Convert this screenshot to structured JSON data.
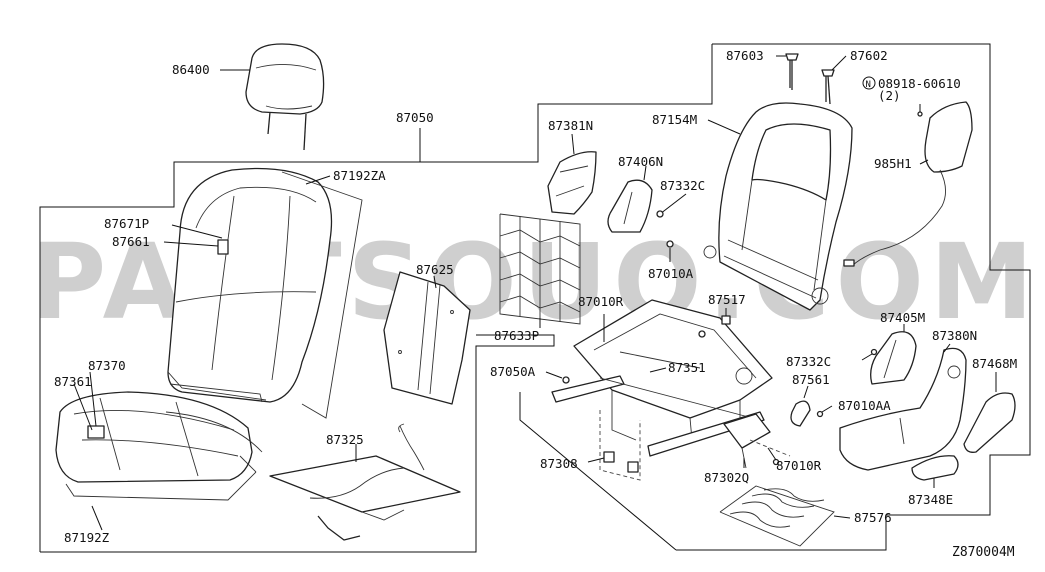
{
  "watermark": "PARTSOUQ.COM",
  "diagram_code": "Z870004M",
  "part_labels": {
    "p86400": "86400",
    "p87050": "87050",
    "p87192ZA": "87192ZA",
    "p87671P": "87671P",
    "p87661": "87661",
    "p87625": "87625",
    "p87370": "87370",
    "p87361": "87361",
    "p87325": "87325",
    "p87192Z": "87192Z",
    "p87381N": "87381N",
    "p87406N": "87406N",
    "p87332C_a": "87332C",
    "p87633P": "87633P",
    "p87010A": "87010A",
    "p87010R_a": "87010R",
    "p87517": "87517",
    "p87050A": "87050A",
    "p87351": "87351",
    "p87308": "87308",
    "p87302Q": "87302Q",
    "p87010R_b": "87010R",
    "p87576": "87576",
    "p87603": "87603",
    "p87602": "87602",
    "p08918": "08918-60610",
    "p08918_qty": "(2)",
    "p87154M": "87154M",
    "p985H1": "985H1",
    "p87405M": "87405M",
    "p87380N": "87380N",
    "p87468M": "87468M",
    "p87332C_b": "87332C",
    "p87561": "87561",
    "p87010AA": "87010AA",
    "p87348E": "87348E"
  }
}
